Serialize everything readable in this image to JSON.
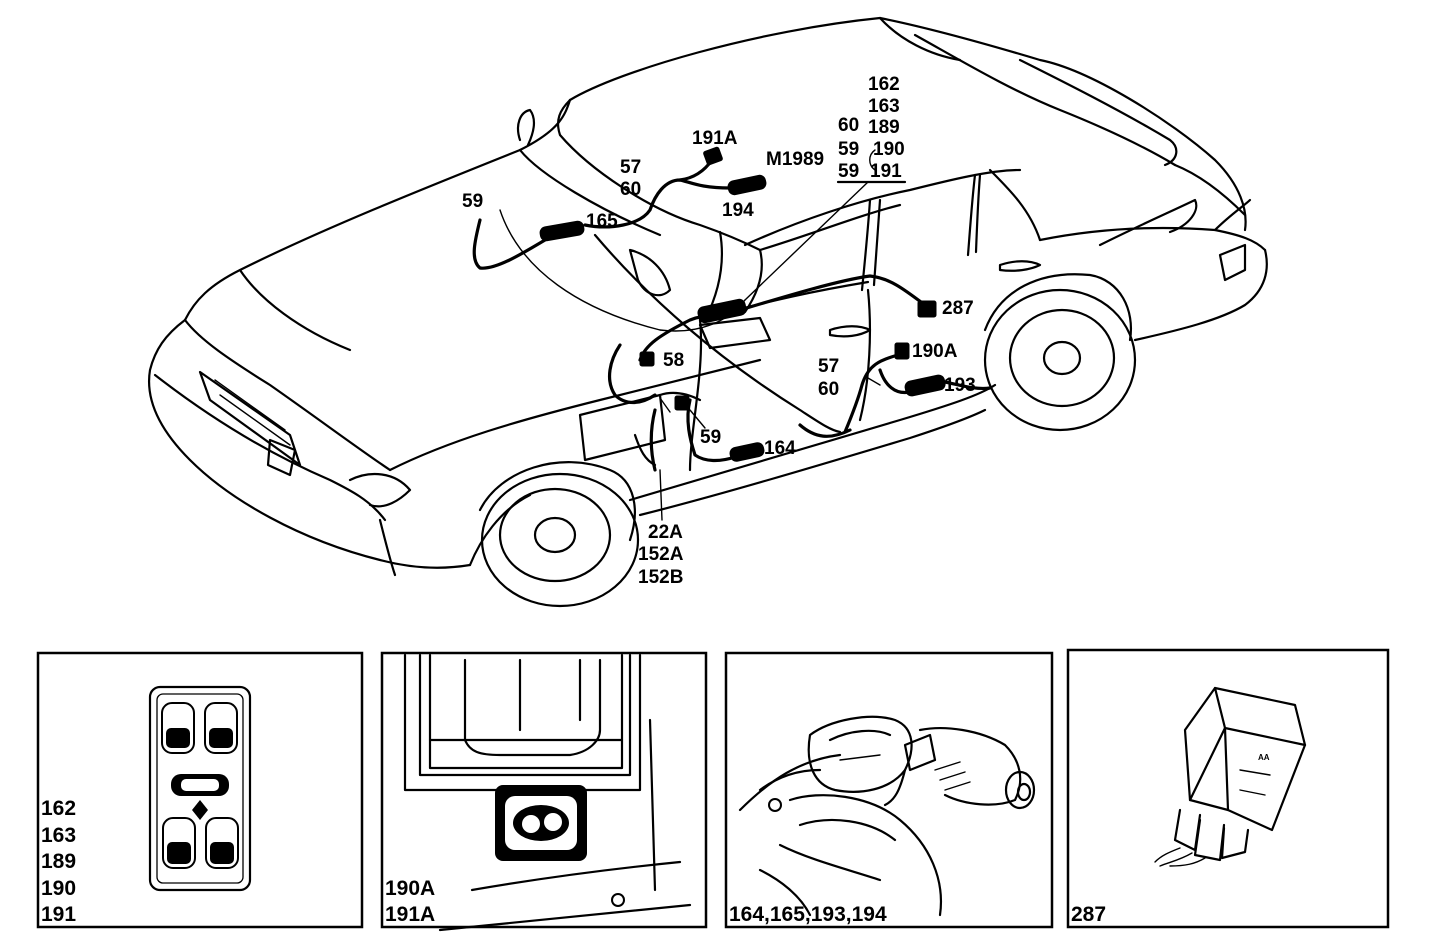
{
  "car_labels": {
    "l162": "162",
    "l163": "163",
    "l189": "189",
    "l60_top": "60",
    "l190_top": "190",
    "l59_mid": "59",
    "l59_low": "59",
    "l191_top": "191",
    "l191A": "191A",
    "lM1989": "M1989",
    "l57_top": "57",
    "l60_left": "60",
    "l194": "194",
    "l59_left": "59",
    "l165": "165",
    "l287": "287",
    "l58": "58",
    "l190A": "190A",
    "l57_right": "57",
    "l60_right": "60",
    "l193": "193",
    "l59_bottom": "59",
    "l164": "164",
    "l22A": "22A",
    "l152A": "152A",
    "l152B": "152B"
  },
  "panels": [
    {
      "name": "window-switch-panel",
      "captions": [
        "162",
        "163",
        "189",
        "190",
        "191"
      ]
    },
    {
      "name": "mirror-switch-panel",
      "captions": [
        "190A",
        "191A"
      ]
    },
    {
      "name": "motor-panel",
      "captions": [
        "164,165,193,194"
      ]
    },
    {
      "name": "relay-panel",
      "captions": [
        "287"
      ]
    }
  ]
}
